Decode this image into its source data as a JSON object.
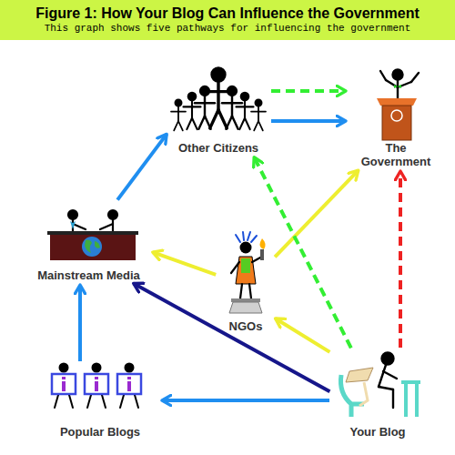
{
  "diagram": {
    "title": "Figure 1: How Your Blog Can Influence the Government",
    "caption": "This graph shows five pathways for influencing the government",
    "nodes": [
      {
        "text": [
          "Other Citizens"
        ]
      },
      {
        "text": [
          "The Government"
        ]
      },
      {
        "text": [
          "Mainstream Media"
        ]
      },
      {
        "text": [
          "NGOs"
        ]
      },
      {
        "text": [
          "Popular Blogs"
        ]
      },
      {
        "text": [
          "Your Blog"
        ]
      }
    ],
    "edges": [
      {
        "from": 4,
        "to": 2,
        "arrow": "to"
      },
      {
        "from": 2,
        "to": 0,
        "arrow": "to"
      },
      {
        "from": 0,
        "to": 1,
        "arrow": "to"
      },
      {
        "from": 0,
        "to": 1,
        "arrow": "to"
      },
      {
        "from": 5,
        "to": 4,
        "arrow": "to"
      },
      {
        "from": 5,
        "to": 2,
        "arrow": "to"
      },
      {
        "from": 5,
        "to": 3,
        "arrow": "to"
      },
      {
        "from": 3,
        "to": 2,
        "arrow": "to"
      },
      {
        "from": 3,
        "to": 1,
        "arrow": "to"
      },
      {
        "from": 5,
        "to": 0,
        "arrow": "to"
      },
      {
        "from": 5,
        "to": 1,
        "arrow": "to"
      }
    ]
  }
}
